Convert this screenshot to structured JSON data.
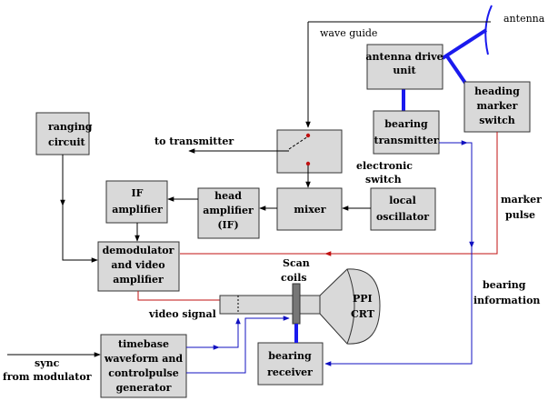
{
  "colors": {
    "box_fill": "#d9d9d9",
    "signal_line": "#000000",
    "bearing_line": "#1010c0",
    "marker_line": "#c01010",
    "antenna_link": "#1a1aee",
    "crt_fill": "#d9d9d9"
  },
  "blocks": {
    "antenna_drive": [
      "antenna drive",
      "unit"
    ],
    "heading_marker": [
      "heading",
      "marker",
      "switch"
    ],
    "bearing_transmitter": [
      "bearing",
      "transmitter"
    ],
    "ranging": [
      "ranging",
      "circuit"
    ],
    "if_amp": [
      "IF",
      "amplifier"
    ],
    "head_amp": [
      "head",
      "amplifier",
      "(IF)"
    ],
    "mixer": [
      "mixer"
    ],
    "local_osc": [
      "local",
      "oscillator"
    ],
    "demod": [
      "demodulator",
      "and video",
      "amplifier"
    ],
    "timebase": [
      "timebase",
      "waveform and",
      "controlpulse",
      "generator"
    ],
    "bearing_receiver": [
      "bearing",
      "receiver"
    ],
    "ppi": [
      "PPI",
      "CRT"
    ]
  },
  "labels": {
    "antenna": "antenna",
    "wave_guide": "wave guide",
    "to_transmitter": "to transmitter",
    "electronic_switch": [
      "electronic",
      "switch"
    ],
    "marker_pulse": [
      "marker",
      "pulse"
    ],
    "bearing_information": [
      "bearing",
      "information"
    ],
    "scan_coils": [
      "Scan",
      "coils"
    ],
    "video_signal": "video signal",
    "sync": [
      "sync",
      "from modulator"
    ]
  }
}
